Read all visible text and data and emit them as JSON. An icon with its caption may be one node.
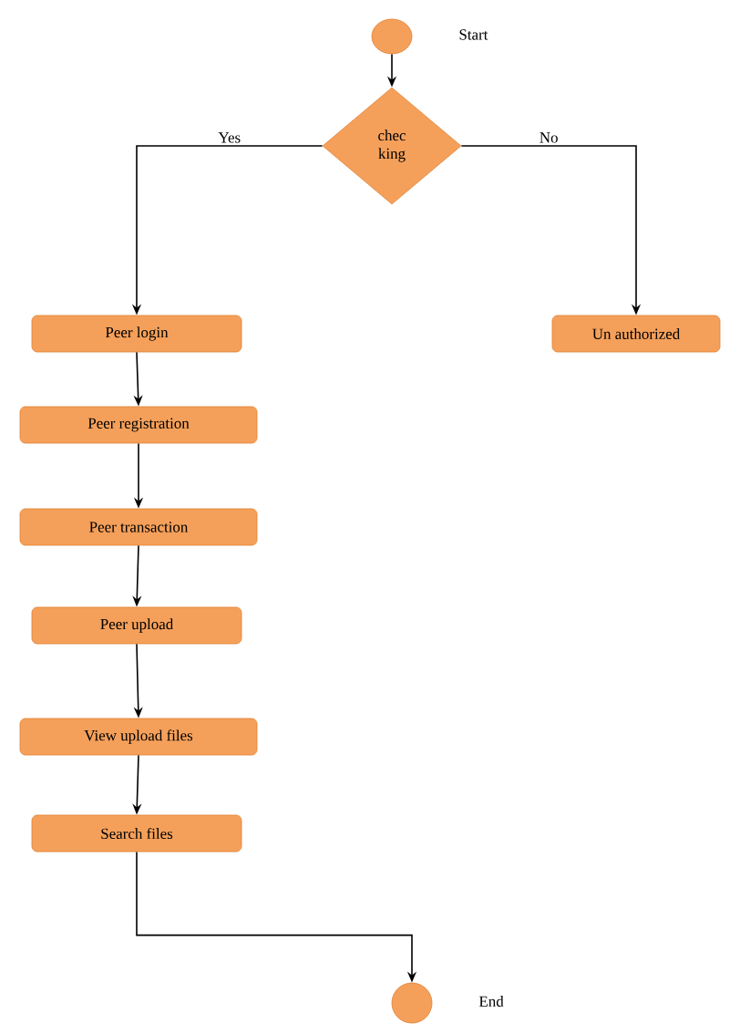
{
  "diagram": {
    "nodes": [
      {
        "text": [],
        "shape": "circle",
        "beside": [
          "Start"
        ]
      },
      {
        "text": [
          "chec king"
        ]
      },
      {
        "text": [
          "Peer login"
        ]
      },
      {
        "text": [
          "Un authorized"
        ]
      },
      {
        "text": [
          "Peer registration"
        ]
      },
      {
        "text": [
          "Peer transaction"
        ]
      },
      {
        "text": [
          "Peer upload"
        ]
      },
      {
        "text": [
          "View upload files"
        ]
      },
      {
        "text": [
          "Search files"
        ]
      },
      {
        "text": [],
        "shape": "circle",
        "beside": [
          "End"
        ]
      }
    ],
    "edges": [
      {
        "from": 0,
        "to": 1,
        "arrow": "to"
      },
      {
        "from": 1,
        "to": 2,
        "arrow": "to",
        "label": "Yes"
      },
      {
        "from": 1,
        "to": 3,
        "arrow": "to",
        "label": "No"
      },
      {
        "from": 2,
        "to": 4,
        "arrow": "to"
      },
      {
        "from": 4,
        "to": 5,
        "arrow": "to"
      },
      {
        "from": 5,
        "to": 6,
        "arrow": "to"
      },
      {
        "from": 6,
        "to": 7,
        "arrow": "to"
      },
      {
        "from": 7,
        "to": 8,
        "arrow": "to"
      },
      {
        "from": 8,
        "to": 9,
        "arrow": "to"
      }
    ]
  }
}
